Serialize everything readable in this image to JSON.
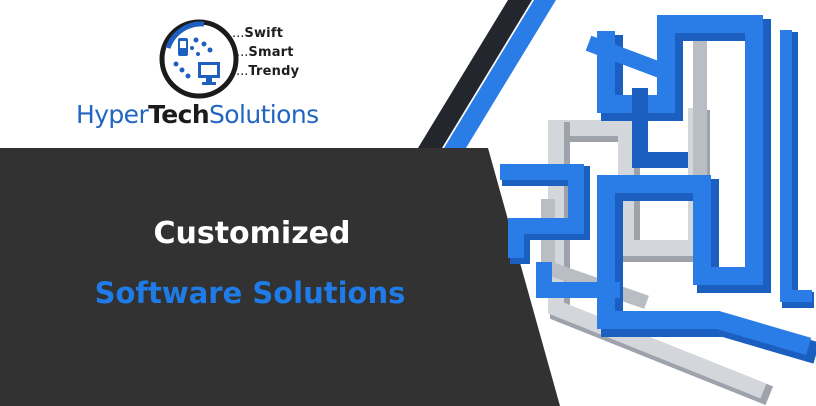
{
  "brand": {
    "part1": "Hyper",
    "part2": "Tech",
    "part3": "Solutions"
  },
  "taglines": [
    "Swift",
    "Smart",
    "Trendy"
  ],
  "tag_prefix": "...",
  "headline": "Customized",
  "subheadline": "Software Solutions",
  "colors": {
    "dark_panel": "#323232",
    "accent_blue": "#1e7be8",
    "brand_blue": "#2266c2",
    "maze_blue": "#2a7de6",
    "maze_gray": "#c9ccd2"
  }
}
